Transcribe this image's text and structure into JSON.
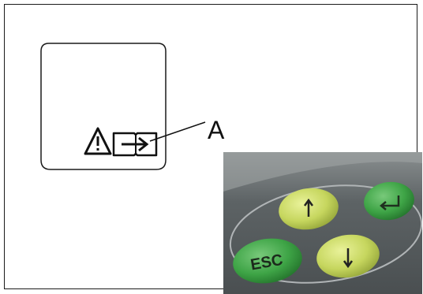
{
  "callout": {
    "label": "A"
  },
  "icons": [
    "warning-triangle-icon",
    "manual-book-arrow-icon"
  ],
  "keypad": {
    "esc_label": "ESC",
    "keys": [
      "up-arrow",
      "enter",
      "esc",
      "down-arrow"
    ],
    "colors": {
      "body": "#5a6062",
      "key_yellow": "#c8d860",
      "key_green": "#3fa447",
      "ring": "#b0b4b6"
    }
  }
}
